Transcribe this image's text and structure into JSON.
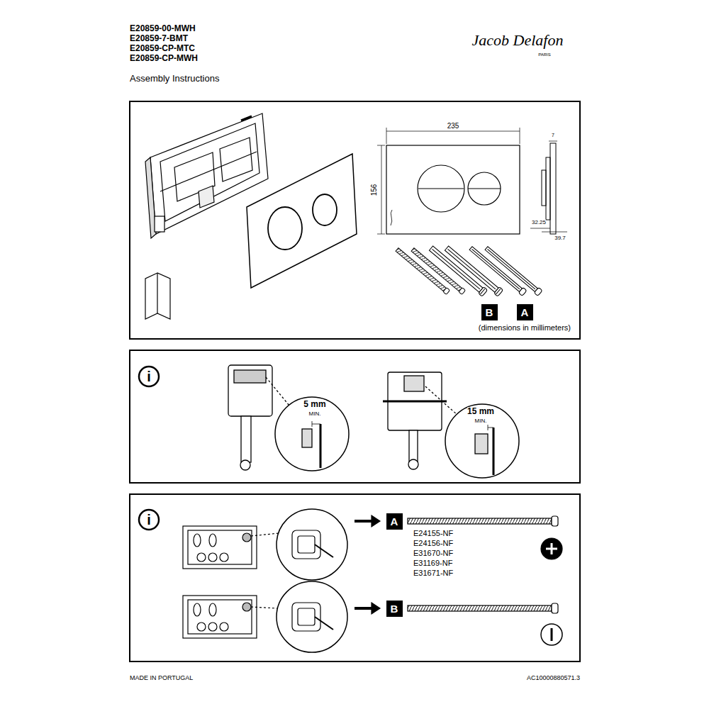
{
  "diagram": {
    "title": "Assembly Instructions",
    "nodes": [
      {
        "text": [
          "B"
        ]
      },
      {
        "text": [
          "A"
        ]
      },
      {
        "text": [
          "i"
        ]
      },
      {
        "text": [
          "i"
        ]
      },
      {
        "text": [
          "A"
        ]
      },
      {
        "text": [
          "B"
        ]
      }
    ],
    "labels": [
      "E20859-00-MWH",
      "E20859-7-BMT",
      "E20859-CP-MTC",
      "E20859-CP-MWH",
      "Jacob Delafon",
      "PARIS",
      "235",
      "156",
      "7",
      "32.25",
      "39.7",
      "(dimensions in millimeters)",
      "5 mm",
      "MIN.",
      "15 mm",
      "MIN.",
      "E24155-NF",
      "E24156-NF",
      "E31670-NF",
      "E31169-NF",
      "E31671-NF",
      "MADE IN PORTUGAL",
      "AC10000880571.3"
    ]
  }
}
